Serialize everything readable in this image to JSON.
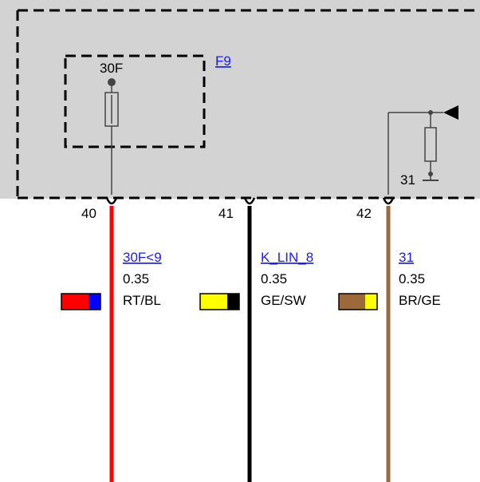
{
  "module": {
    "fuse_ref": "F9",
    "fuse_terminal": "30F",
    "ground_terminal": "31"
  },
  "pins": [
    {
      "number": "40",
      "signal": "30F<9",
      "cross_section": "0.35",
      "color_code": "RT/BL",
      "colors": [
        "#ff0000",
        "#0000ff"
      ]
    },
    {
      "number": "41",
      "signal": "K_LIN_8",
      "cross_section": "0.35",
      "color_code": "GE/SW",
      "colors": [
        "#ffff00",
        "#000000"
      ]
    },
    {
      "number": "42",
      "signal": "31",
      "cross_section": "0.35",
      "color_code": "BR/GE",
      "colors": [
        "#9c6a3a",
        "#ffff00"
      ]
    }
  ],
  "wire_colors": [
    "#ff0000",
    "#000000",
    "#9c6a3a"
  ],
  "colors": {
    "module_fill": "#d3d3d3",
    "link": "#1a1aff"
  }
}
